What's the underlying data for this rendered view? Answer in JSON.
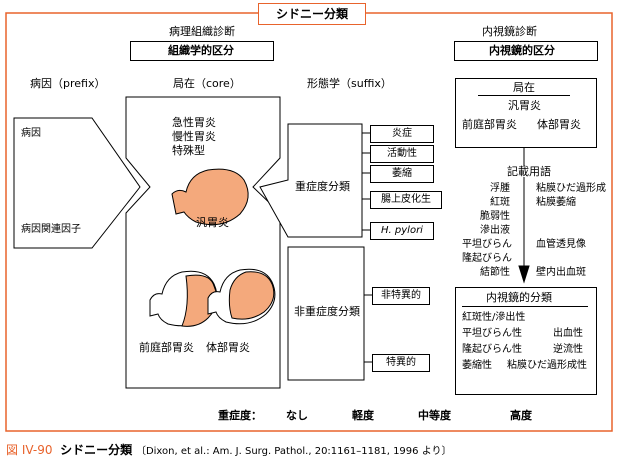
{
  "diagram": {
    "title": "シドニー分類",
    "left_header": "病理組織診断",
    "left_subheader": "組織学的区分",
    "right_header": "内視鏡診断",
    "right_subheader": "内視鏡的区分",
    "col_etiology": "病因（prefix）",
    "col_location": "局在（core）",
    "col_morphology": "形態学（suffix）",
    "etiology_items": [
      "病因",
      "病因関連因子"
    ],
    "gastritis_types": [
      "急性胃炎",
      "慢性胃炎",
      "特殊型"
    ],
    "pangastritis": "汎胃炎",
    "antral_gastritis": "前庭部胃炎",
    "corpus_gastritis": "体部胃炎",
    "graded": "重症度分類",
    "graded_items": [
      "炎症",
      "活動性",
      "萎縮",
      "腸上皮化生",
      "H. pylori"
    ],
    "nongraded": "非重症度分類",
    "nongraded_items": [
      "非特異的",
      "特異的"
    ],
    "endo_location_title": "局在",
    "endo_pan": "汎胃炎",
    "endo_antral": "前庭部胃炎",
    "endo_corpus": "体部胃炎",
    "descriptive_terms": "記載用語",
    "terms_left": [
      "浮腫",
      "紅斑",
      "脆弱性",
      "滲出液",
      "平坦びらん",
      "隆起びらん",
      "結節性"
    ],
    "terms_right_1": [
      "粘膜ひだ過形成",
      "粘膜萎縮"
    ],
    "terms_right_2": [
      "血管透見像",
      "壁内出血斑"
    ],
    "endo_class_title": "内視鏡的分類",
    "endo_class_items": [
      "紅斑性/滲出性",
      "平坦びらん性",
      "出血性",
      "隆起びらん性",
      "逆流性",
      "萎縮性",
      "粘膜ひだ過形成性"
    ],
    "severity_label": "重症度：",
    "severity_levels": [
      "なし",
      "軽度",
      "中等度",
      "高度"
    ]
  },
  "caption": {
    "figure_number": "図 IV-90",
    "title": "シドニー分類",
    "citation": "〔Dixon, et al.: Am. J. Surg. Pathol., 20:1161–1181, 1996 より〕"
  },
  "colors": {
    "accent": "#e8632c",
    "stomach_fill": "#f4a97c"
  }
}
